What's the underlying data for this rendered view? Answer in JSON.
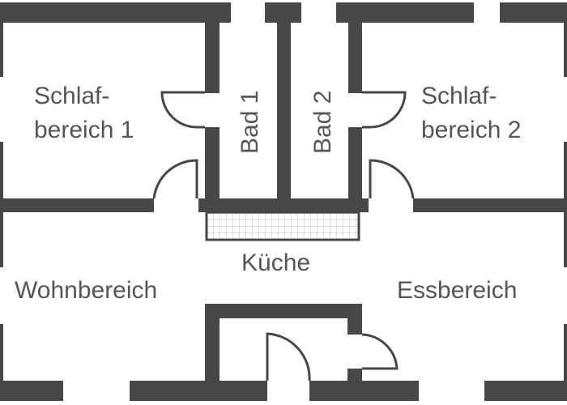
{
  "colors": {
    "wall": "#474747",
    "text": "#555555",
    "counter_grid": "#bdbdbd"
  },
  "rooms": {
    "bedroom1": [
      "Schlaf-",
      "bereich 1"
    ],
    "bedroom2": [
      "Schlaf-",
      "bereich 2"
    ],
    "bath1": "Bad 1",
    "bath2": "Bad 2",
    "kitchen": "Küche",
    "living": "Wohnbereich",
    "dining": "Essbereich"
  }
}
